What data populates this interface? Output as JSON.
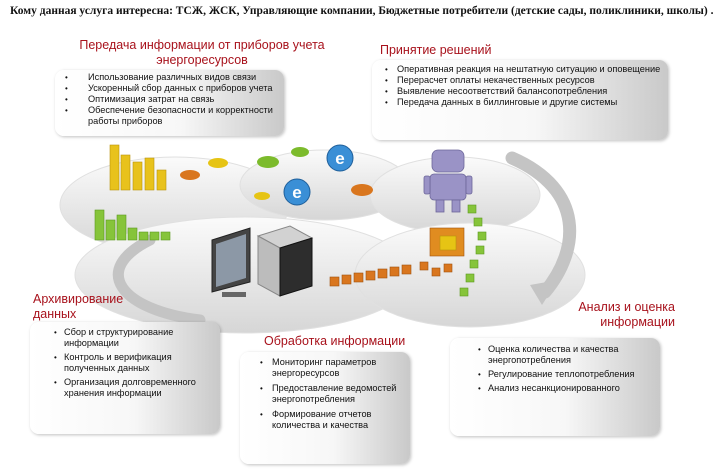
{
  "intro": "Кому данная услуга интересна: ТСЖ, ЖСК, Управляющие компании, Бюджетные потребители (детские сады, поликлиники, школы) .",
  "sections": {
    "transmission": {
      "title": "Передача информации от приборов учета энергоресурсов",
      "items": [
        "Использование различных видов связи",
        "Ускоренный сбор данных с приборов учета",
        "Оптимизация затрат на связь",
        "Обеспечение безопасности и корректности работы приборов"
      ]
    },
    "decisions": {
      "title": "Принятие решений",
      "items": [
        "Оперативная реакция на нештатную ситуацию и оповещение",
        "Перерасчет оплаты некачественных ресурсов",
        "Выявление несоответствий балансопотребления",
        "Передача данных в биллинговые и другие системы"
      ]
    },
    "archiving": {
      "title": "Архивирование данных",
      "items": [
        "Сбор и структурирование информации",
        "Контроль и верификация полученных данных",
        "Организация долговременного хранения информации"
      ]
    },
    "processing": {
      "title": "Обработка информации",
      "items": [
        "Мониторинг параметров энергоресурсов",
        "Предоставление ведомостей энергопотребления",
        "Формирование отчетов количества и качества"
      ]
    },
    "analysis": {
      "title": "Анализ и оценка информации",
      "items": [
        "Оценка количества и качества энергопотребления",
        "Регулирование теплопотребления",
        "Анализ несанкционированного"
      ]
    }
  },
  "colors": {
    "title": "#a8121c",
    "arrow": "#c4c4c4",
    "orange": "#d9761e",
    "green": "#7cbb2c",
    "yellow": "#e6c414"
  }
}
